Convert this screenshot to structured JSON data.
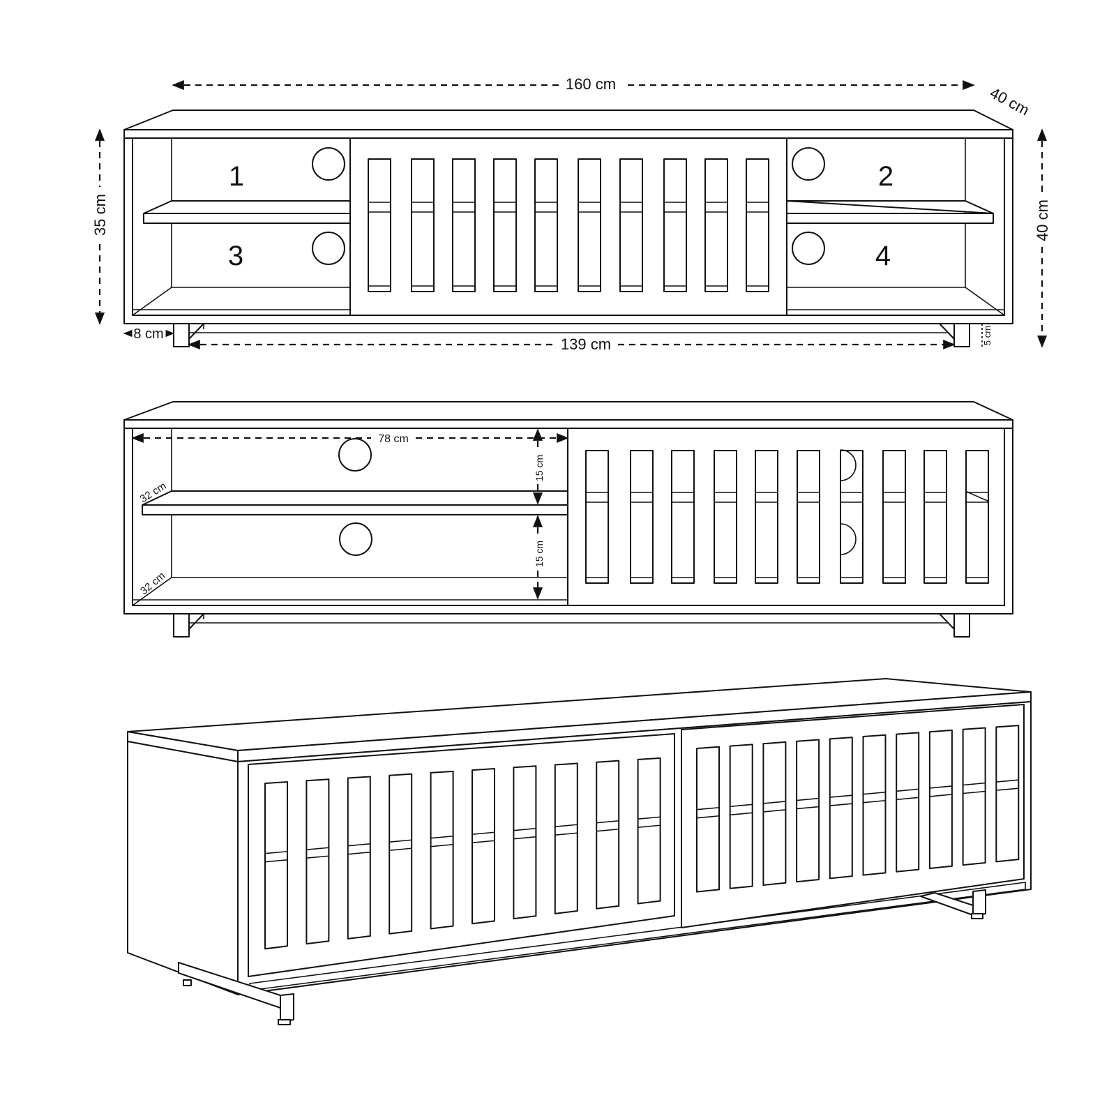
{
  "colors": {
    "line": "#111111",
    "paper": "#ffffff"
  },
  "front_view": {
    "dim_width": "160 cm",
    "dim_depth": "40 cm",
    "dim_height_body": "35 cm",
    "dim_height_total": "40 cm",
    "dim_leg_inset": "8 cm",
    "dim_leg_span": "139 cm",
    "dim_leg_height": "5 cm",
    "compartments": [
      "1",
      "2",
      "3",
      "4"
    ]
  },
  "open_view": {
    "dim_inner_width": "78 cm",
    "dim_upper_height": "15 cm",
    "dim_lower_height": "15 cm",
    "dim_shelf_depth": "32 cm",
    "dim_bottom_depth": "32 cm"
  }
}
